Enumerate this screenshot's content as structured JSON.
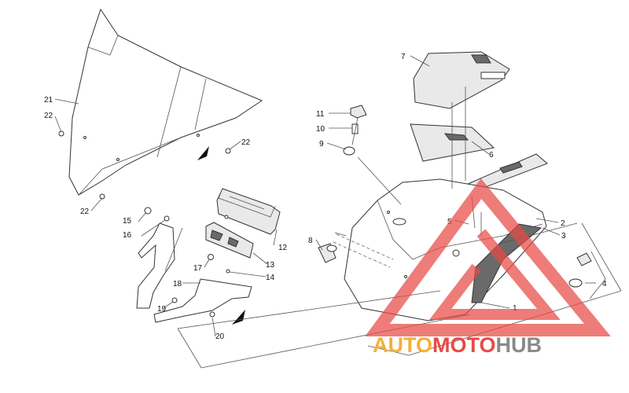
{
  "callouts": {
    "c1": "1",
    "c2": "2",
    "c3": "3",
    "c4": "4",
    "c5": "5",
    "c6": "6",
    "c7": "7",
    "c8": "8",
    "c9": "9",
    "c10": "10",
    "c11": "11",
    "c12": "12",
    "c13": "13",
    "c14": "14",
    "c15": "15",
    "c16": "16",
    "c17": "17",
    "c18": "18",
    "c19": "19",
    "c20": "20",
    "c21": "21",
    "c22a": "22",
    "c22b": "22",
    "c22c": "22"
  },
  "watermark": {
    "part1": "AUTO",
    "part2": "MOTO",
    "part3": "HUB",
    "color_orange": "#f2b13a",
    "color_red": "#e84a45",
    "color_gray": "#8a8a8a"
  },
  "colors": {
    "line": "#333333",
    "background": "#ffffff"
  }
}
